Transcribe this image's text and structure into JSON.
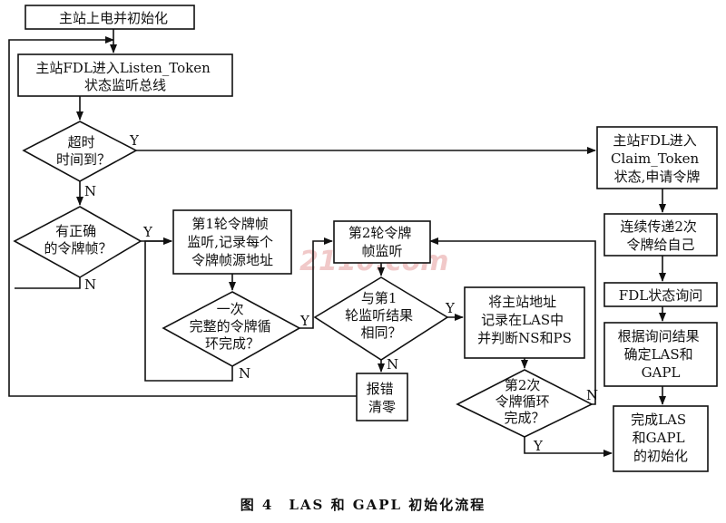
{
  "nodes": {
    "start": {
      "lines": [
        "主站上电并初始化"
      ]
    },
    "listen": {
      "lines": [
        "主站FDL进入Listen_Token",
        "状态监听总线"
      ]
    },
    "timeout": {
      "lines": [
        "超时",
        "时间到？"
      ]
    },
    "correct_frame": {
      "lines": [
        "有正确",
        "的令牌帧？"
      ]
    },
    "round1": {
      "lines": [
        "第1轮令牌帧",
        "监听,记录每个",
        "令牌帧源地址"
      ]
    },
    "cycle1": {
      "lines": [
        "一次",
        "完整的令牌循",
        "环完成？"
      ]
    },
    "round2": {
      "lines": [
        "第2轮令牌",
        "帧监听"
      ]
    },
    "same": {
      "lines": [
        "与第1",
        "轮监听结果",
        "相同？"
      ]
    },
    "error": {
      "lines": [
        "报错",
        "清零"
      ]
    },
    "record": {
      "lines": [
        "将主站地址",
        "记录在LAS中",
        "并判断NS和PS"
      ]
    },
    "cycle2": {
      "lines": [
        "第2次",
        "令牌循环",
        "完成？"
      ]
    },
    "claim": {
      "lines": [
        "主站FDL进入",
        "Claim_Token",
        "状态,申请令牌"
      ]
    },
    "pass": {
      "lines": [
        "连续传递2次",
        "令牌给自己"
      ]
    },
    "query": {
      "lines": [
        "FDL状态询问"
      ]
    },
    "determine": {
      "lines": [
        "根据询问结果",
        "确定LAS和",
        "GAPL"
      ]
    },
    "done": {
      "lines": [
        "完成LAS",
        "和GAPL",
        "的初始化"
      ]
    }
  },
  "edge_labels": {
    "timeout_yes": "Y",
    "timeout_no": "N",
    "frame_yes": "Y",
    "frame_no": "N",
    "cycle1_yes": "Y",
    "cycle1_no": "N",
    "same_yes": "Y",
    "same_no": "N",
    "cycle2_yes": "Y",
    "cycle2_no": "N"
  },
  "caption": "图 4　LAS 和 GAPL 初始化流程",
  "watermark": "2110.com"
}
